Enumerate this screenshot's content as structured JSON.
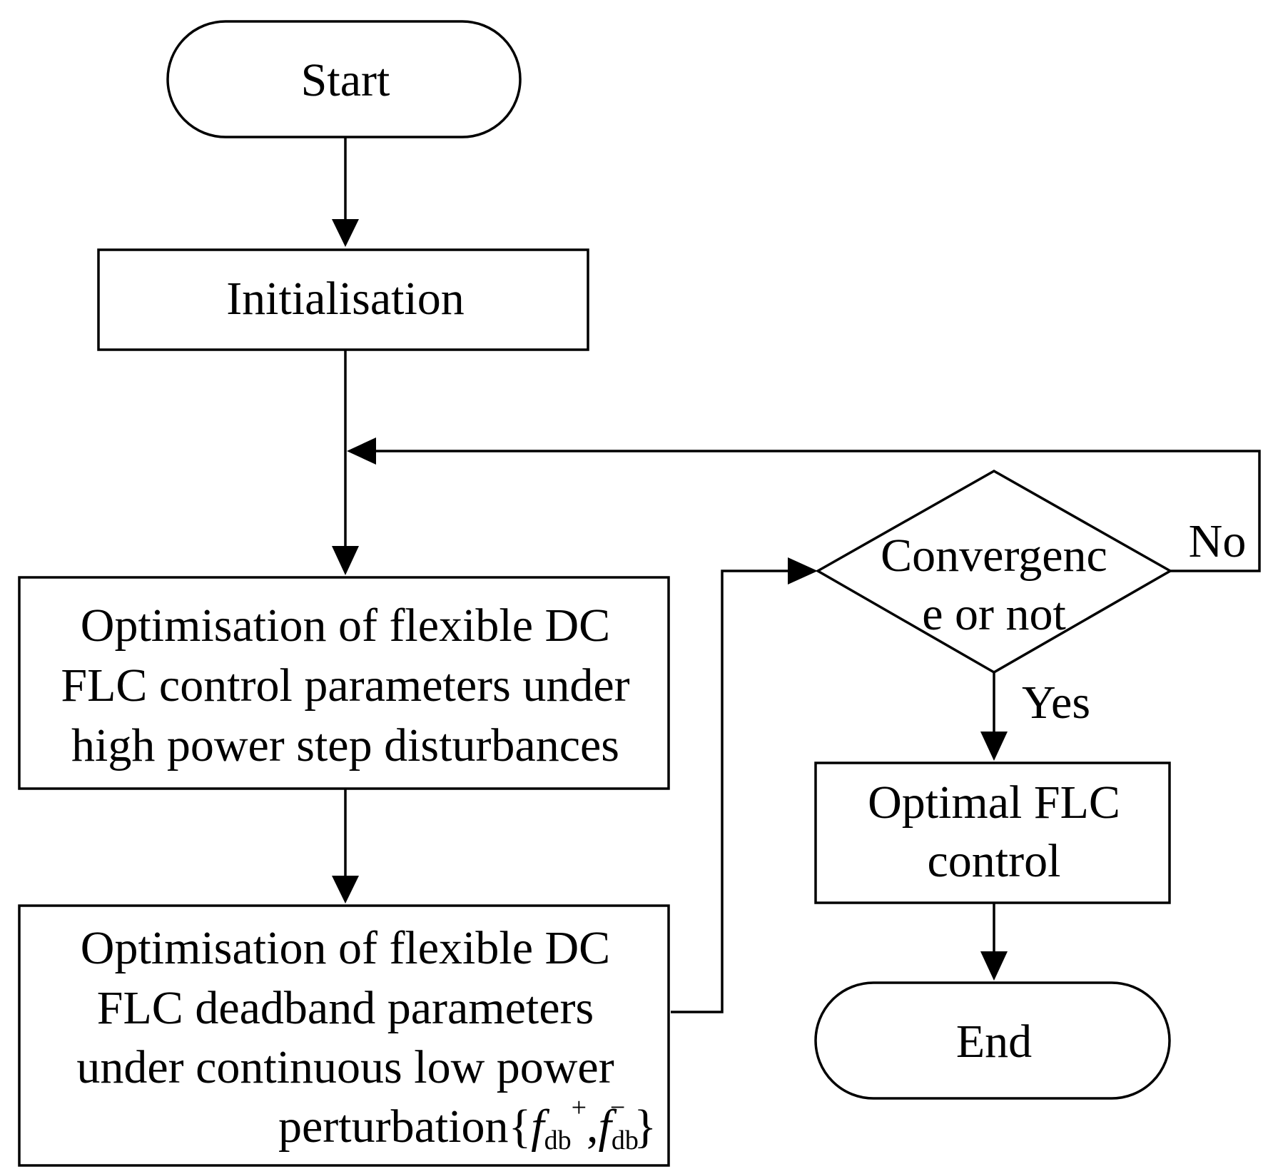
{
  "nodes": {
    "start": {
      "label": "Start"
    },
    "init": {
      "label": "Initialisation"
    },
    "opt_control": {
      "lines": [
        "Optimisation of flexible DC",
        "FLC control parameters under",
        "high power step disturbances"
      ]
    },
    "opt_deadband": {
      "lines": [
        "Optimisation of flexible DC",
        "FLC deadband parameters",
        "under continuous low power"
      ],
      "last_line": {
        "text": "perturbation",
        "brace_open": "{",
        "f1": "f",
        "sub1": "db",
        "sup1": "+",
        "comma": ",",
        "f2": "f",
        "sub2": "db",
        "sup2": "−",
        "brace_close": "}"
      }
    },
    "decision": {
      "lines": [
        "Convergenc",
        "e or not"
      ]
    },
    "optimal": {
      "lines": [
        "Optimal FLC",
        "control"
      ]
    },
    "end": {
      "label": "End"
    }
  },
  "edges": {
    "no_label": "No",
    "yes_label": "Yes"
  },
  "colors": {
    "stroke": "#000000",
    "fill": "#ffffff",
    "text": "#000000"
  }
}
